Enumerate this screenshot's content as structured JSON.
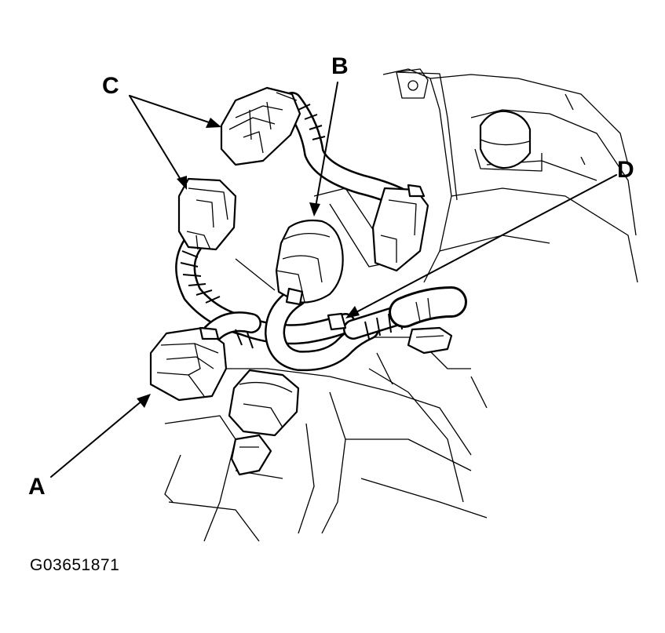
{
  "labels": {
    "a": "A",
    "b": "B",
    "c": "C",
    "d": "D"
  },
  "figure_id": "G03651871",
  "colors": {
    "line": "#000000",
    "background": "#ffffff"
  }
}
